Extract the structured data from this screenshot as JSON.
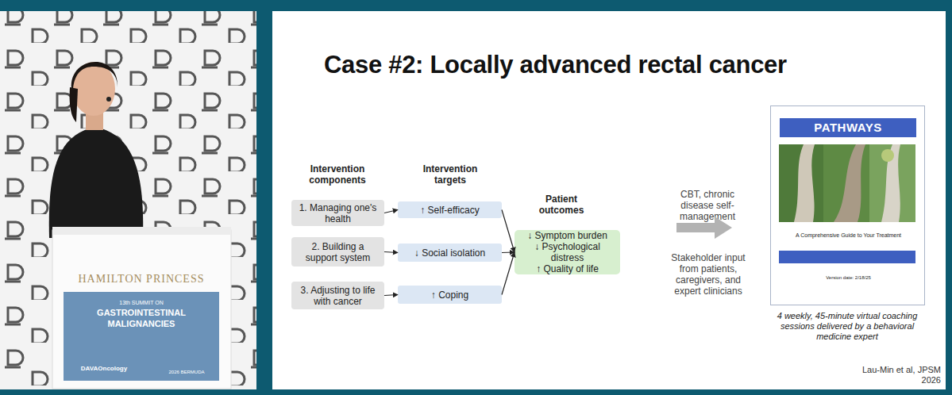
{
  "diagram": {
    "title": "Case #2: Locally advanced rectal cancer",
    "nodes": [
      {
        "text": [
          "1. Managing one's health"
        ]
      },
      {
        "text": [
          "2. Building a support system"
        ]
      },
      {
        "text": [
          "3. Adjusting to life with cancer"
        ]
      },
      {
        "text": [
          "↑ Self-efficacy"
        ]
      },
      {
        "text": [
          "↓ Social isolation"
        ]
      },
      {
        "text": [
          "↑ Coping"
        ]
      },
      {
        "text": [
          "↓ Symptom burden",
          "↓ Psychological distress",
          "↑ Quality of life"
        ]
      },
      {
        "text": [
          "A Comprehensive Guide to Your Treatment",
          "Version date: 2/18/25"
        ]
      },
      {
        "text": [
          "PATHWAYS"
        ],
        "in": 7
      }
    ],
    "edges": [
      {
        "from": 0,
        "to": 3,
        "arrow": "to"
      },
      {
        "from": 1,
        "to": 4,
        "arrow": "to"
      },
      {
        "from": 2,
        "to": 5,
        "arrow": "to"
      },
      {
        "from": 3,
        "to": 6,
        "arrow": "to"
      },
      {
        "from": 4,
        "to": 6,
        "arrow": "to"
      },
      {
        "from": 5,
        "to": 6,
        "arrow": "to"
      }
    ],
    "labels": [
      "Intervention components",
      "Intervention targets",
      "Patient outcomes",
      "CBT, chronic disease self-management",
      "Stakeholder input from patients, caregivers, and expert clinicians",
      "4 weekly, 45-minute virtual coaching sessions delivered by a behavioral medicine expert",
      "Lau-Min et al, JPSM 2026",
      "HAMILTON PRINCESS",
      "13th SUMMIT ON",
      "GASTROINTESTINAL",
      "MALIGNANCIES",
      "DAVAOncology",
      "2026 BERMUDA"
    ]
  }
}
